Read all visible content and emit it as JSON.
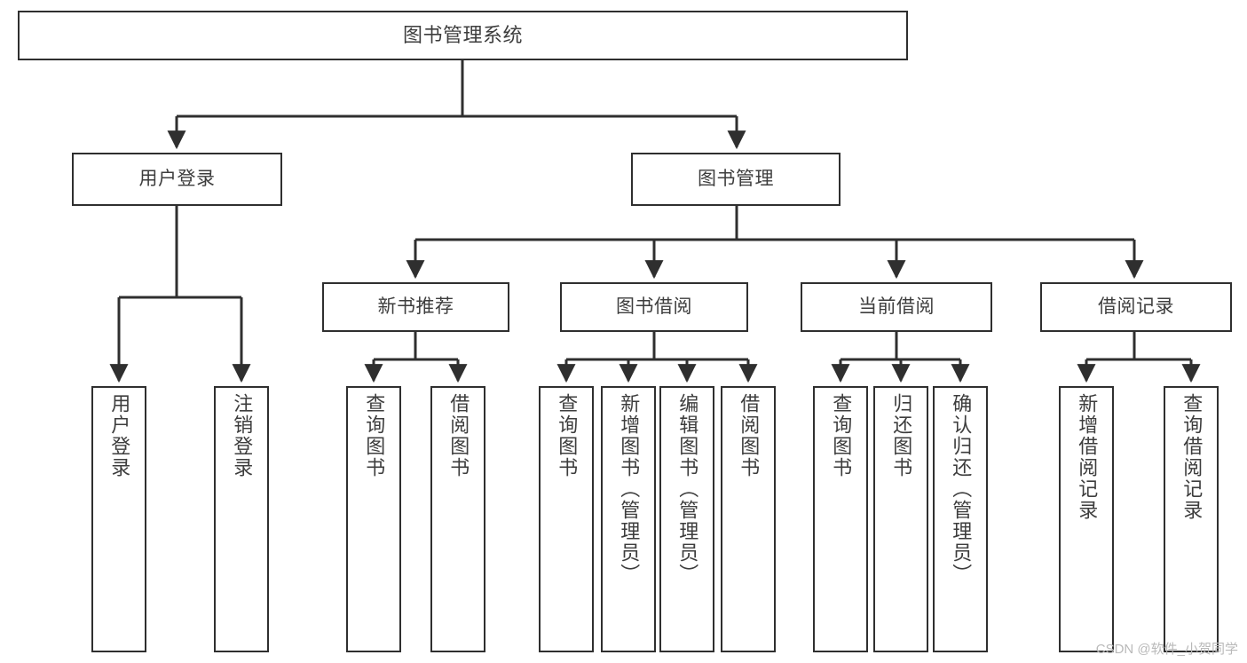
{
  "diagram": {
    "title": "图书管理系统",
    "type": "tree",
    "stroke_color": "#2f2f2f",
    "text_color": "#3d3d3d",
    "background_color": "#ffffff"
  },
  "nodes": {
    "root": {
      "label": "图书管理系统"
    },
    "level1": [
      {
        "id": "user-login",
        "label": "用户登录"
      },
      {
        "id": "book-manage",
        "label": "图书管理"
      }
    ],
    "level2": [
      {
        "id": "new-book-recommend",
        "label": "新书推荐"
      },
      {
        "id": "book-borrow",
        "label": "图书借阅"
      },
      {
        "id": "current-borrow",
        "label": "当前借阅"
      },
      {
        "id": "borrow-record",
        "label": "借阅记录"
      }
    ],
    "leaves": {
      "user_login": [
        {
          "id": "leaf-user-login",
          "label": "用户登录"
        },
        {
          "id": "leaf-logout-login",
          "label": "注销登录"
        }
      ],
      "new_book_recommend": [
        {
          "id": "leaf-query-book-1",
          "label": "查询图书"
        },
        {
          "id": "leaf-borrow-book-1",
          "label": "借阅图书"
        }
      ],
      "book_borrow": [
        {
          "id": "leaf-query-book-2",
          "label": "查询图书"
        },
        {
          "id": "leaf-add-book",
          "label": "新增图书（管理员）"
        },
        {
          "id": "leaf-edit-book",
          "label": "编辑图书（管理员）"
        },
        {
          "id": "leaf-borrow-book-2",
          "label": "借阅图书"
        }
      ],
      "current_borrow": [
        {
          "id": "leaf-query-book-3",
          "label": "查询图书"
        },
        {
          "id": "leaf-return-book",
          "label": "归还图书"
        },
        {
          "id": "leaf-confirm-return",
          "label": "确认归还（管理员）"
        }
      ],
      "borrow_record": [
        {
          "id": "leaf-add-record",
          "label": "新增借阅记录"
        },
        {
          "id": "leaf-query-record",
          "label": "查询借阅记录"
        }
      ]
    }
  },
  "watermark": {
    "text": "CSDN @软件_小贺同学"
  }
}
